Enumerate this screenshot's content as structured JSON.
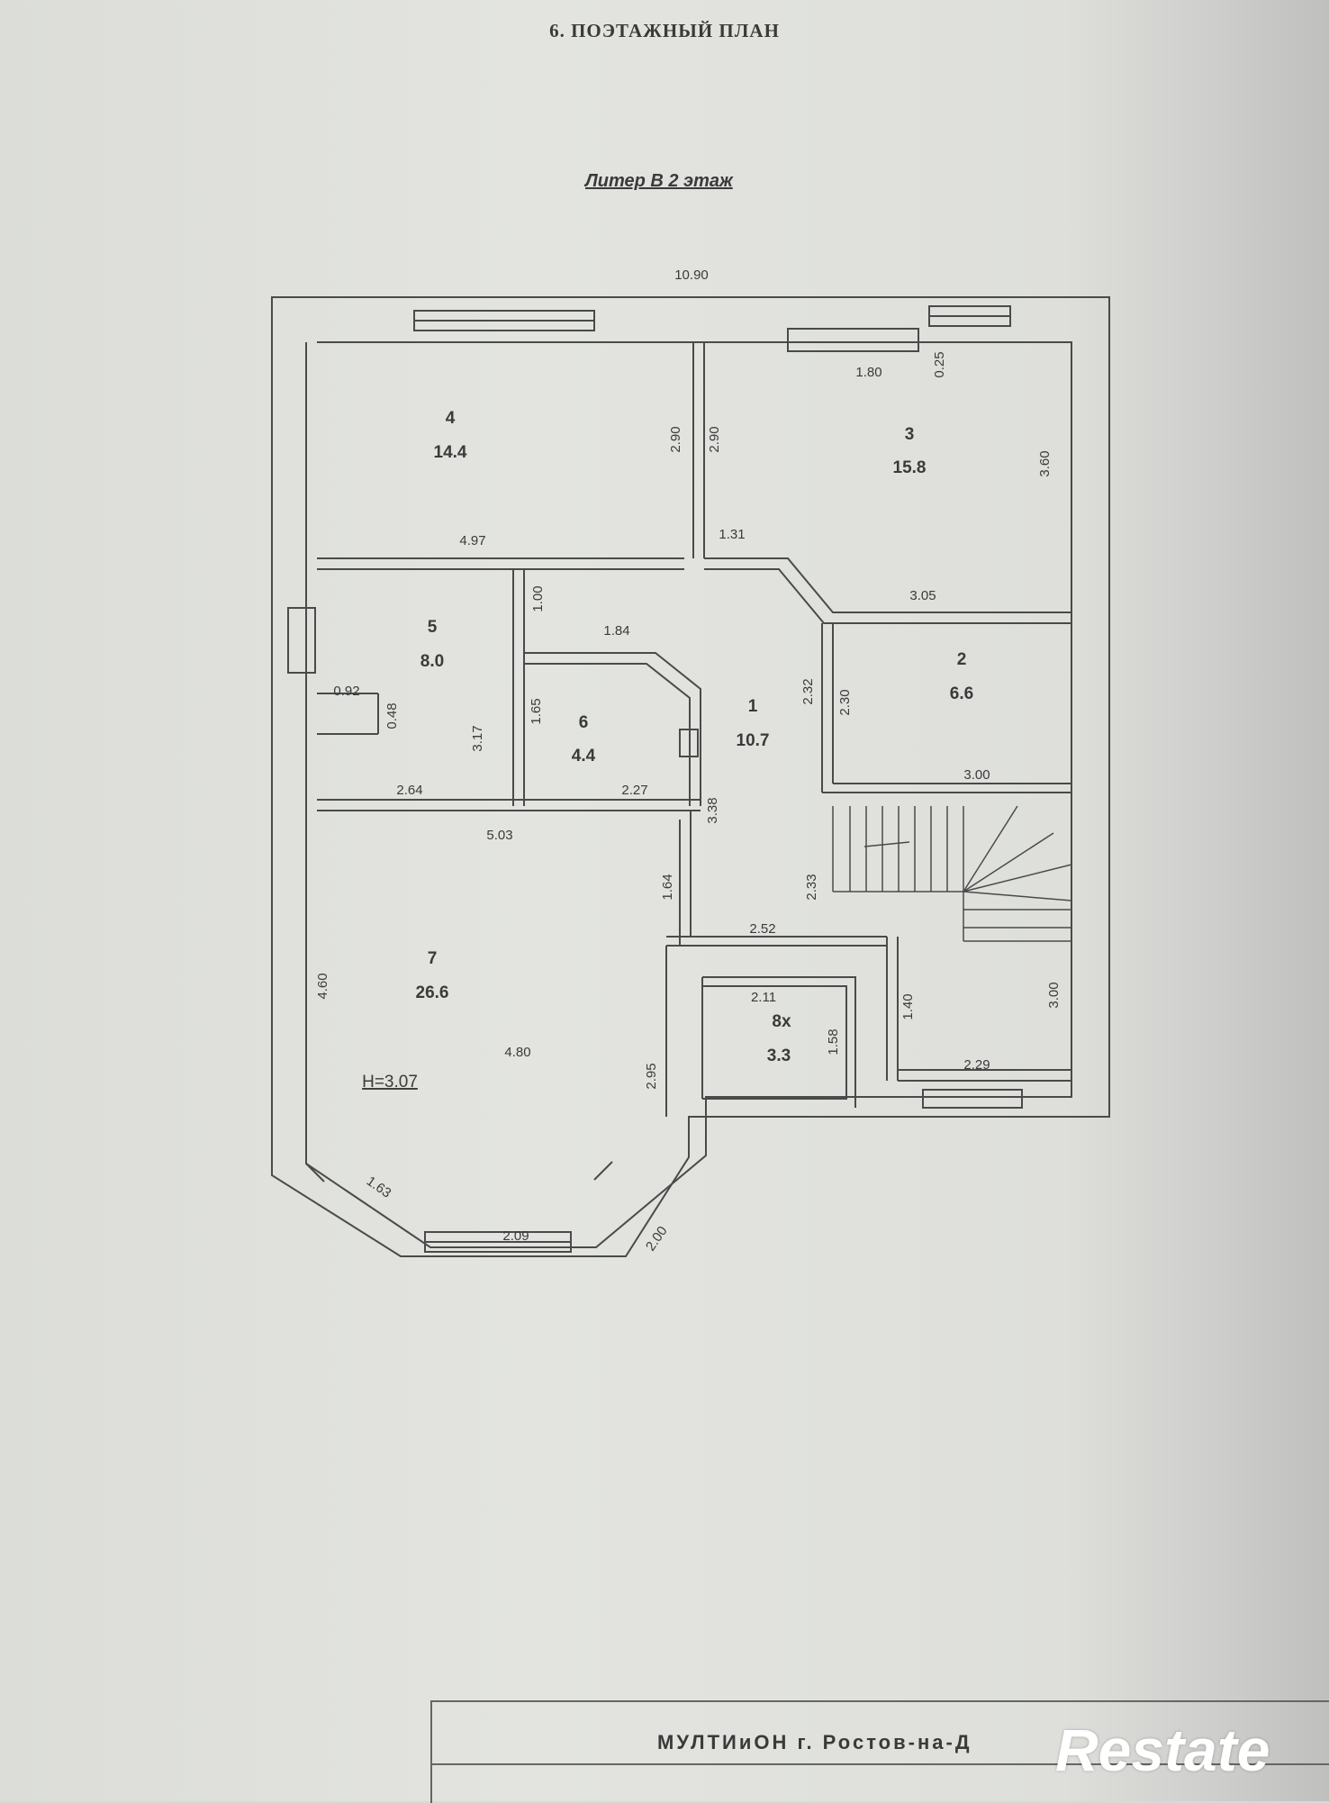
{
  "document": {
    "title": "6. ПОЭТАЖНЫЙ ПЛАН",
    "plan_title": "Литер В 2 этаж"
  },
  "rooms": [
    {
      "number": "4",
      "area": "14.4"
    },
    {
      "number": "3",
      "area": "15.8"
    },
    {
      "number": "5",
      "area": "8.0"
    },
    {
      "number": "6",
      "area": "4.4"
    },
    {
      "number": "1",
      "area": "10.7"
    },
    {
      "number": "2",
      "area": "6.6"
    },
    {
      "number": "7",
      "area": "26.6"
    },
    {
      "number": "8х",
      "area": "3.3"
    }
  ],
  "dimensions": {
    "overall_width": "10.90",
    "d_1_80": "1.80",
    "d_0_25": "0.25",
    "d_2_90_a": "2.90",
    "d_2_90_b": "2.90",
    "d_3_60": "3.60",
    "d_4_97": "4.97",
    "d_1_31": "1.31",
    "d_3_05": "3.05",
    "d_1_00": "1.00",
    "d_1_84": "1.84",
    "d_0_92": "0.92",
    "d_0_48": "0.48",
    "d_3_17": "3.17",
    "d_1_65": "1.65",
    "d_2_32": "2.32",
    "d_2_30": "2.30",
    "d_3_00_a": "3.00",
    "d_2_64": "2.64",
    "d_2_27": "2.27",
    "d_3_38": "3.38",
    "d_5_03": "5.03",
    "d_1_64": "1.64",
    "d_2_33": "2.33",
    "d_2_52": "2.52",
    "d_2_11": "2.11",
    "d_1_40": "1.40",
    "d_3_00_b": "3.00",
    "d_4_60": "4.60",
    "d_4_80": "4.80",
    "d_1_58": "1.58",
    "d_2_29": "2.29",
    "d_2_95": "2.95",
    "d_1_63": "1.63",
    "d_2_09": "2.09",
    "d_2_00": "2.00"
  },
  "ceiling_height": "Н=3.07",
  "stamp_text": "МУЛТИиОН г. Ростов-на-Д",
  "watermark": "Restate",
  "colors": {
    "paper": "#e0e1dd",
    "ink": "#3a3a3a"
  }
}
